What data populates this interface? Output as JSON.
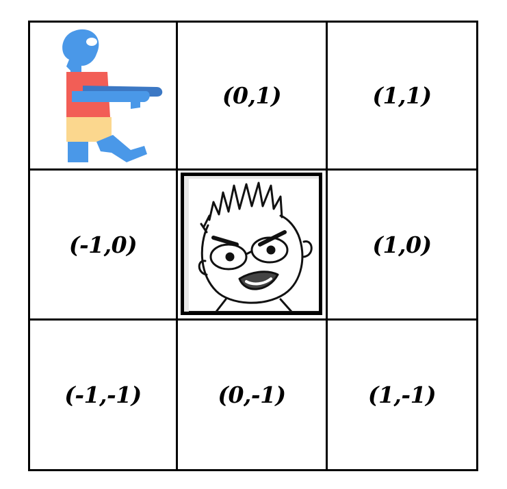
{
  "grid": {
    "rows": [
      [
        {
          "type": "icon",
          "icon": "zombie-icon"
        },
        {
          "type": "label",
          "text": "(0,1)"
        },
        {
          "type": "label",
          "text": "(1,1)"
        }
      ],
      [
        {
          "type": "label",
          "text": "(-1,0)"
        },
        {
          "type": "icon",
          "icon": "player-face-icon"
        },
        {
          "type": "label",
          "text": "(1,0)"
        }
      ],
      [
        {
          "type": "label",
          "text": "(-1,-1)"
        },
        {
          "type": "label",
          "text": "(0,-1)"
        },
        {
          "type": "label",
          "text": "(1,-1)"
        }
      ]
    ]
  },
  "colors": {
    "zombie_skin": "#4a98e8",
    "zombie_shirt": "#f25e56",
    "zombie_pants": "#fbd78e",
    "grid_line": "#000000"
  }
}
